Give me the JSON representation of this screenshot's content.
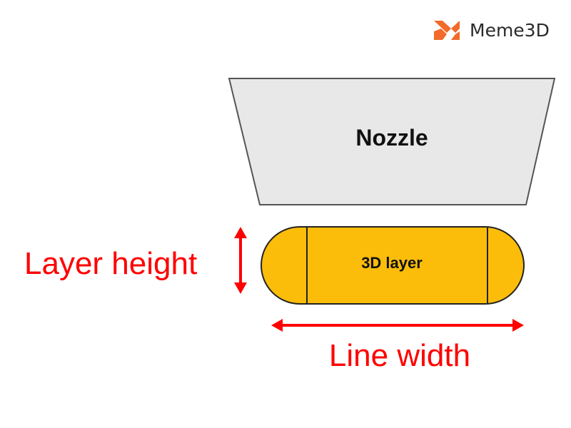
{
  "logo": {
    "text": "Meme3D"
  },
  "nozzle": {
    "label": "Nozzle"
  },
  "layer": {
    "label": "3D layer"
  },
  "annotations": {
    "layer_height": "Layer height",
    "line_width": "Line width"
  },
  "colors": {
    "accent": "#ff0000",
    "layer_fill": "#fbbd0a",
    "nozzle_fill": "#e8e8e8",
    "logo": "#f26b2a"
  }
}
